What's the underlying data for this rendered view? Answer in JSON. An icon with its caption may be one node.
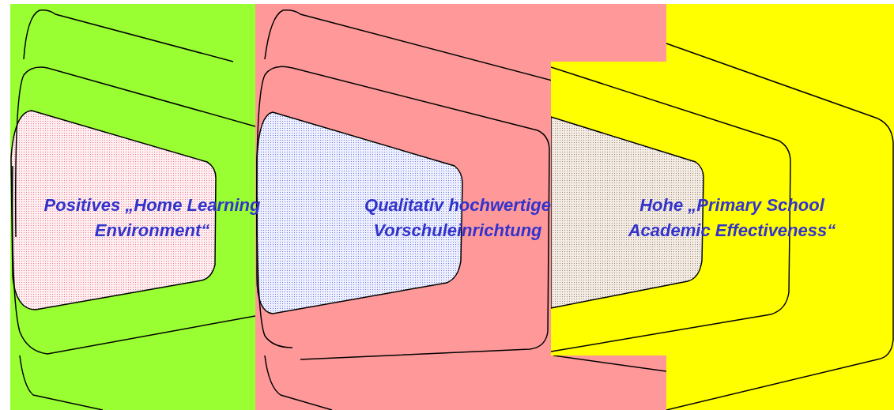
{
  "diagram": {
    "nodes": [
      {
        "text": [
          "Positives „Home Learning Environment“"
        ]
      },
      {
        "text": [
          "Qualitativ hochwertige Vorschuleinrichtung"
        ]
      },
      {
        "text": [
          "Hohe „Primary School Academic Effectiveness“"
        ]
      }
    ]
  }
}
